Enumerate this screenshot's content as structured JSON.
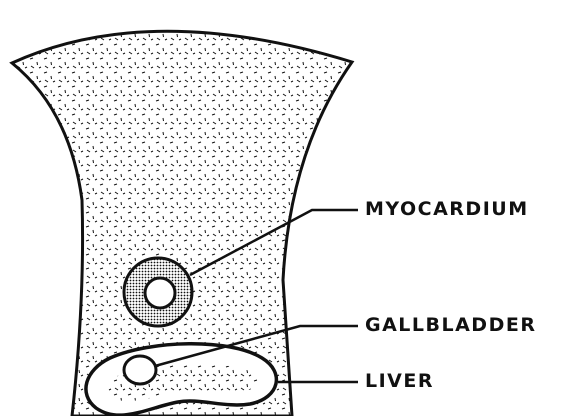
{
  "diagram": {
    "labels": {
      "myocardium": "MYOCARDIUM",
      "gallbladder": "GALLBLADDER",
      "liver": "LIVER"
    },
    "colors": {
      "ink": "#111111",
      "paper": "#ffffff"
    }
  }
}
